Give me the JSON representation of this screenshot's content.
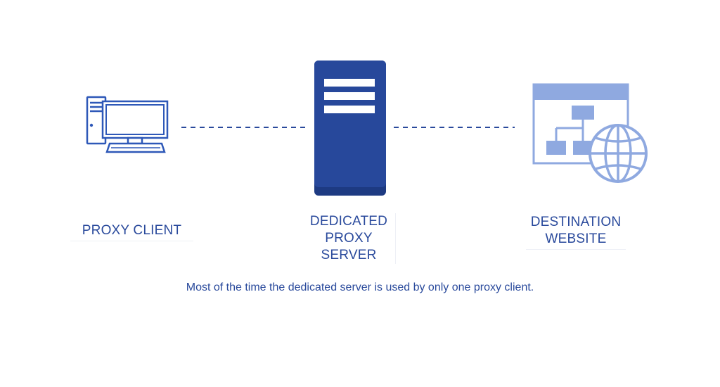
{
  "colors": {
    "client_icon": "#2e58b8",
    "server": "#27489b",
    "server_shadow": "#1d3a82",
    "website_icon": "#8fa9e0",
    "dashes": "#2a4a9c",
    "text": "#2a4a9c"
  },
  "nodes": {
    "client": {
      "icon": "desktop-computer-icon",
      "label_lines": [
        "PROXY CLIENT"
      ]
    },
    "server": {
      "icon": "server-tower-icon",
      "label_lines": [
        "DEDICATED",
        "PROXY",
        "SERVER"
      ]
    },
    "destination": {
      "icon": "website-globe-icon",
      "label_lines": [
        "DESTINATION",
        "WEBSITE"
      ]
    }
  },
  "caption": "Most of the time the dedicated server is used by only one proxy client."
}
